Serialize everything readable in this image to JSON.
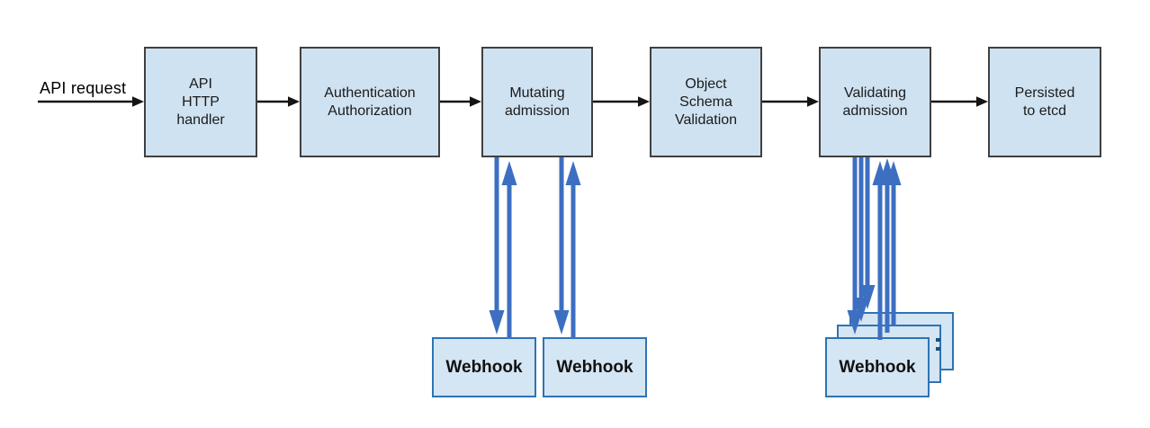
{
  "diagram": {
    "input_label": "API request",
    "nodes": [
      {
        "id": "api-http-handler",
        "label": "API\nHTTP\nhandler"
      },
      {
        "id": "authentication-authorization",
        "label": "Authentication\nAuthorization"
      },
      {
        "id": "mutating-admission",
        "label": "Mutating\nadmission"
      },
      {
        "id": "object-schema-validation",
        "label": "Object\nSchema\nValidation"
      },
      {
        "id": "validating-admission",
        "label": "Validating\nadmission"
      },
      {
        "id": "persisted-to-etcd",
        "label": "Persisted\nto etcd"
      }
    ],
    "webhooks": {
      "mutating_1": {
        "label": "Webhook"
      },
      "mutating_2": {
        "label": "Webhook"
      },
      "validating_stack": {
        "label": "Webhook",
        "stack_count": 3
      }
    },
    "edges": [
      {
        "from": "API request",
        "to": "API HTTP handler",
        "style": "black-arrow"
      },
      {
        "from": "API HTTP handler",
        "to": "Authentication Authorization",
        "style": "black-arrow"
      },
      {
        "from": "Authentication Authorization",
        "to": "Mutating admission",
        "style": "black-arrow"
      },
      {
        "from": "Mutating admission",
        "to": "Object Schema Validation",
        "style": "black-arrow"
      },
      {
        "from": "Object Schema Validation",
        "to": "Validating admission",
        "style": "black-arrow"
      },
      {
        "from": "Validating admission",
        "to": "Persisted to etcd",
        "style": "black-arrow"
      },
      {
        "from": "Mutating admission",
        "to": "Webhook (mutating 1)",
        "style": "blue-bidirectional"
      },
      {
        "from": "Mutating admission",
        "to": "Webhook (mutating 2)",
        "style": "blue-bidirectional"
      },
      {
        "from": "Validating admission",
        "to": "Webhook (validating stack)",
        "style": "blue-bidirectional",
        "arrow_pairs": 3
      }
    ],
    "colors": {
      "background": "#ffffff",
      "node_fill": "#cfe2f1",
      "node_border": "#404040",
      "webhook_fill": "#d4e5f3",
      "webhook_border": "#2e74b5",
      "flow_arrow": "#141414",
      "webhook_arrow": "#3d6fc1",
      "text": "#1b1b1b"
    }
  }
}
